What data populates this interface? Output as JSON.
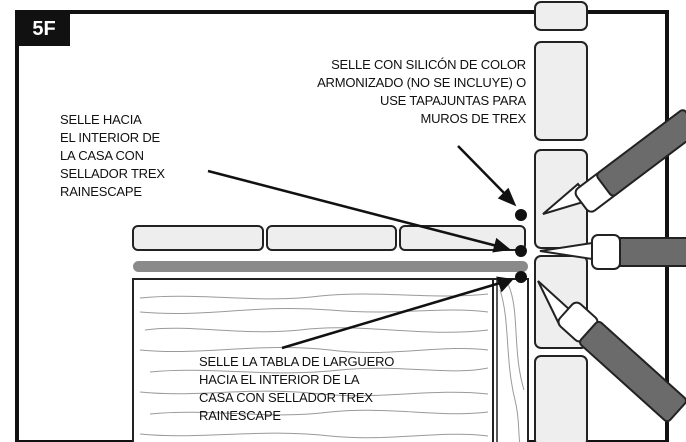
{
  "figure": {
    "step_badge": "5F",
    "callouts": {
      "top_right": [
        "SELLE CON SILICÓN DE COLOR",
        "ARMONIZADO (NO SE INCLUYE) O",
        "USE TAPAJUNTAS PARA",
        "MUROS DE TREX"
      ],
      "left": [
        "SELLE HACIA",
        "EL INTERIOR DE",
        "LA CASA CON",
        "SELLADOR TREX",
        "RAINESCAPE"
      ],
      "bottom": [
        "SELLE LA TABLA DE LARGUERO",
        "HACIA EL INTERIOR DE LA",
        "CASA CON SELLADOR TREX",
        "RAINESCAPE"
      ]
    }
  },
  "colors": {
    "frame": "#111111",
    "outline": "#222222",
    "block_fill": "#eeeeee",
    "band_fill": "#8a8a8a",
    "tube_fill": "#6b6b6b",
    "wood_grain": "#9a9a9a"
  }
}
